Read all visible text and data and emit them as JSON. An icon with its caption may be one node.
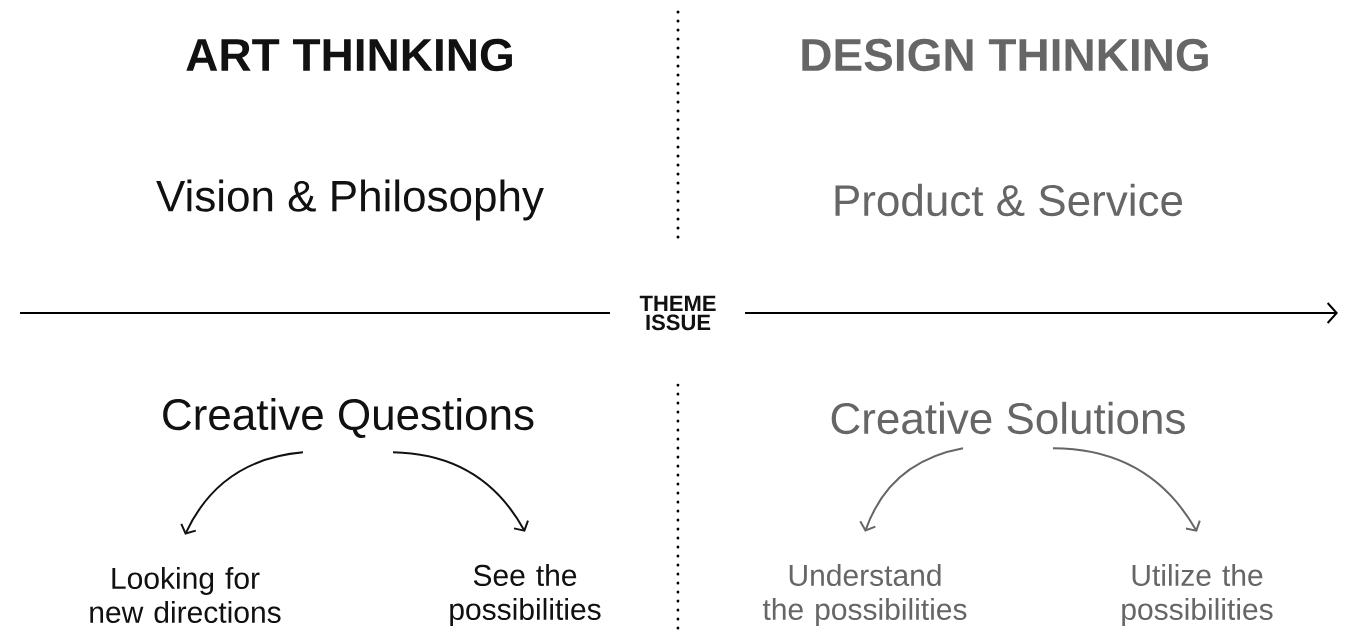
{
  "diagram": {
    "nodes": [
      {
        "text": [
          "Creative Questions"
        ]
      },
      {
        "text": [
          "Looking for new directions"
        ]
      },
      {
        "text": [
          "See the possibilities"
        ]
      },
      {
        "text": [
          "Creative Solutions"
        ]
      },
      {
        "text": [
          "Understand the possibilities"
        ]
      },
      {
        "text": [
          "Utilize the possibilities"
        ]
      }
    ],
    "edges": [
      {
        "from": 0,
        "to": 1,
        "arrow": "to",
        "color": "#111111"
      },
      {
        "from": 0,
        "to": 2,
        "arrow": "to",
        "color": "#111111"
      },
      {
        "from": 3,
        "to": 4,
        "arrow": "to",
        "color": "#666666"
      },
      {
        "from": 3,
        "to": 5,
        "arrow": "to",
        "color": "#666666"
      }
    ],
    "labels": [
      "ART THINKING",
      "DESIGN THINKING",
      "Vision & Philosophy",
      "Product & Service",
      "THEME ISSUE"
    ]
  }
}
